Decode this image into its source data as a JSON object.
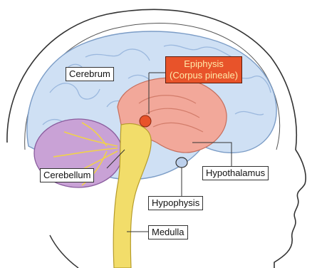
{
  "labels": {
    "cerebrum": "Cerebrum",
    "epiphysis_line1": "Epiphysis",
    "epiphysis_line2": "(Corpus pineale)",
    "cerebellum": "Cerebellum",
    "hypothalamus": "Hypothalamus",
    "hypophysis": "Hypophysis",
    "medulla": "Medulla"
  },
  "colors": {
    "cerebrum_fill": "#cfe0f4",
    "cerebrum_shadow": "#a9c4e6",
    "thalamus_fill": "#f2a89a",
    "cerebellum_fill": "#c9a2d6",
    "cerebellum_tree": "#f0d24a",
    "brainstem_fill": "#f2dd6a",
    "pineal_fill": "#e8532a",
    "skin_line": "#333333",
    "highlight_bg": "#e8532a",
    "highlight_text": "#ffe9a8"
  }
}
